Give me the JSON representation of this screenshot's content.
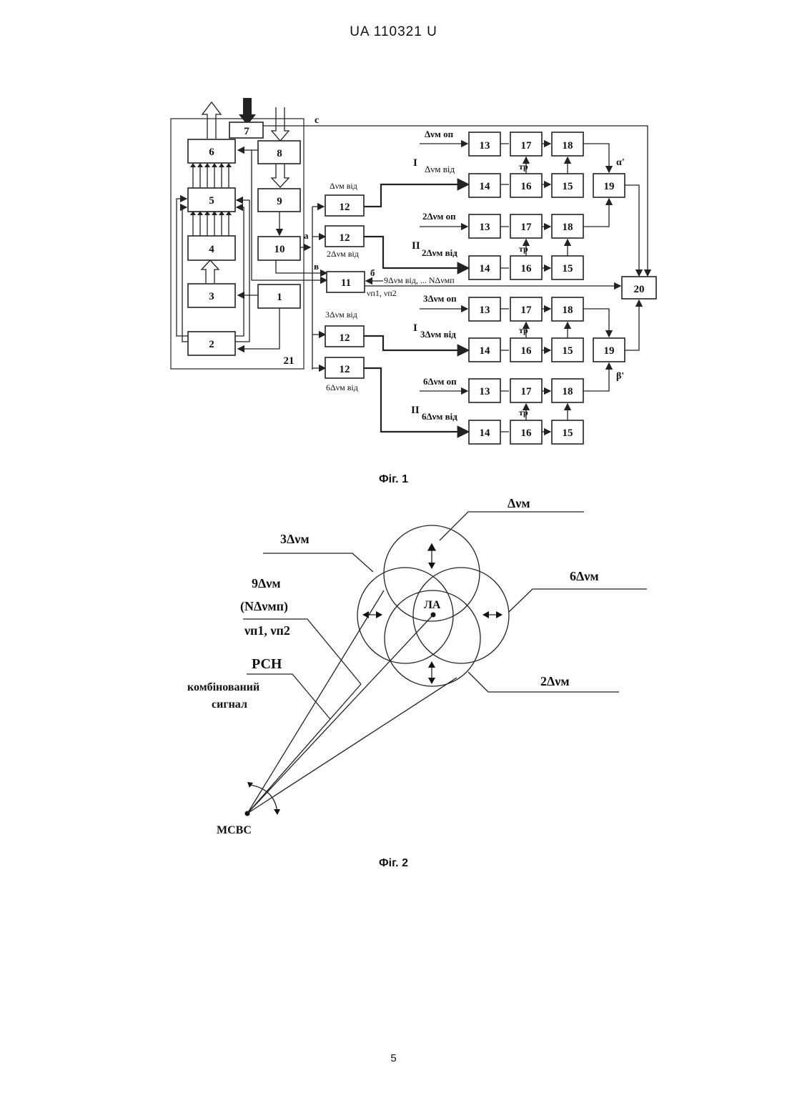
{
  "header": {
    "doc_id": "UA   110321   U"
  },
  "figure1": {
    "caption": "Фіг. 1",
    "blocks": [
      "1",
      "2",
      "3",
      "4",
      "5",
      "6",
      "7",
      "8",
      "9",
      "10",
      "11",
      "12",
      "13",
      "14",
      "15",
      "16",
      "17",
      "18",
      "19",
      "20",
      "21"
    ],
    "signals": {
      "dv_op": "Δνм оп",
      "dv_vid": "Δνм від",
      "dv2_op": "2Δνм оп",
      "dv2_vid": "2Δνм від",
      "dv3_op": "3Δνм оп",
      "dv3_vid": "3Δνм від",
      "dv6_op": "6Δνм оп",
      "dv6_vid": "6Δνм від",
      "dv9": "9Δνм від, ... NΔνмп",
      "nu": "νп1, νп2"
    },
    "marks": {
      "a": "а",
      "b": "б",
      "v": "в",
      "c": "с",
      "tr": "тр",
      "I": "I",
      "II": "II",
      "alpha": "α'",
      "beta": "β'"
    }
  },
  "figure2": {
    "caption": "Фіг. 2",
    "labels": {
      "dv": "Δνм",
      "dv3": "3Δνм",
      "dv6": "6Δνм",
      "dv2": "2Δνм",
      "dv9": "9Δνм",
      "ndv": "(NΔνмп)",
      "nu": "νп1, νп2",
      "rsn": "РСН",
      "combined1": "комбінований",
      "combined2": "сигнал",
      "la": "ЛА",
      "mcvs": "МСВС"
    }
  },
  "page_number": "5"
}
